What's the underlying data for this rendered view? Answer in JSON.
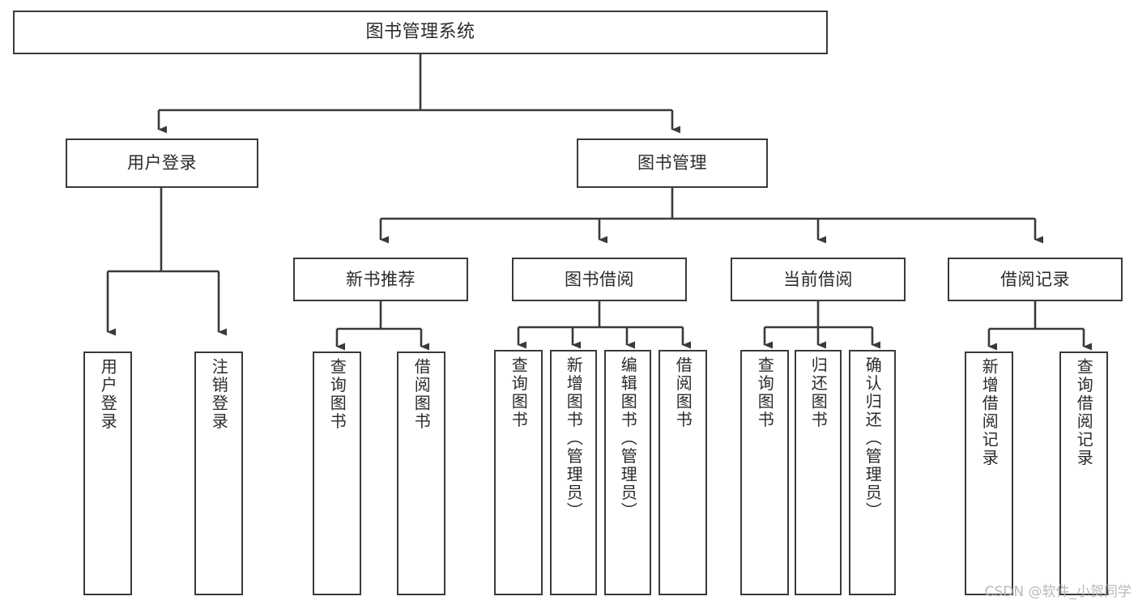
{
  "diagram": {
    "title": "图书管理系统",
    "type": "tree-hierarchy",
    "watermark": "CSDN @软件_小贺同学",
    "colors": {
      "background": "#ffffff",
      "stroke": "#3a3a3a",
      "text": "#2b2b2b",
      "watermark": "#b9b9b9"
    },
    "root": {
      "label": "图书管理系统"
    },
    "level2": [
      {
        "label": "用户登录"
      },
      {
        "label": "图书管理"
      }
    ],
    "level3": [
      {
        "label": "新书推荐"
      },
      {
        "label": "图书借阅"
      },
      {
        "label": "当前借阅"
      },
      {
        "label": "借阅记录"
      }
    ],
    "leaves": {
      "user_login": [
        {
          "label": "用户登录"
        },
        {
          "label": "注销登录"
        }
      ],
      "new_book_recommend": [
        {
          "label": "查询图书"
        },
        {
          "label": "借阅图书"
        }
      ],
      "book_borrow": [
        {
          "label": "查询图书"
        },
        {
          "label": "新增图书（管理员）"
        },
        {
          "label": "编辑图书（管理员）"
        },
        {
          "label": "借阅图书"
        }
      ],
      "current_borrow": [
        {
          "label": "查询图书"
        },
        {
          "label": "归还图书"
        },
        {
          "label": "确认归还（管理员）"
        }
      ],
      "borrow_record": [
        {
          "label": "新增借阅记录"
        },
        {
          "label": "查询借阅记录"
        }
      ]
    }
  }
}
